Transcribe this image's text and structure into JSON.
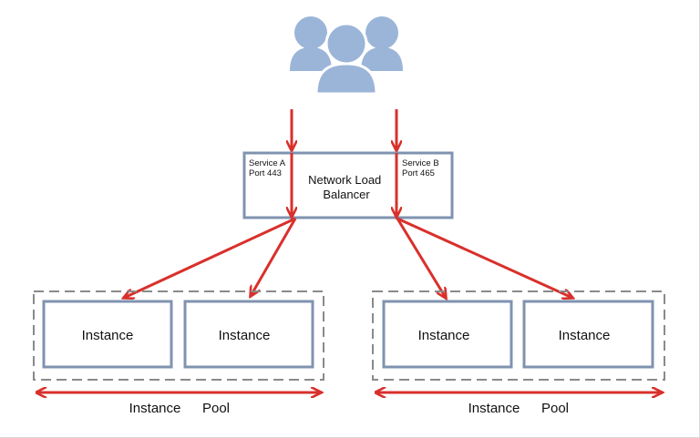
{
  "users": {
    "icon": "users-icon",
    "color": "#9bb5d8"
  },
  "load_balancer": {
    "title_line1": "Network Load",
    "title_line2": "Balancer",
    "service_a": {
      "line1": "Service A",
      "line2": "Port 443"
    },
    "service_b": {
      "line1": "Service B",
      "line2": "Port 465"
    },
    "border_color": "#7f93b0"
  },
  "pools": [
    {
      "instances": [
        {
          "label": "Instance"
        },
        {
          "label": "Instance"
        }
      ],
      "label_word1": "Instance",
      "label_word2": "Pool"
    },
    {
      "instances": [
        {
          "label": "Instance"
        },
        {
          "label": "Instance"
        }
      ],
      "label_word1": "Instance",
      "label_word2": "Pool"
    }
  ],
  "colors": {
    "arrow": "#d9302b",
    "instance_border": "#7f93b0",
    "pool_border": "#8a8a8a",
    "text": "#111111"
  }
}
